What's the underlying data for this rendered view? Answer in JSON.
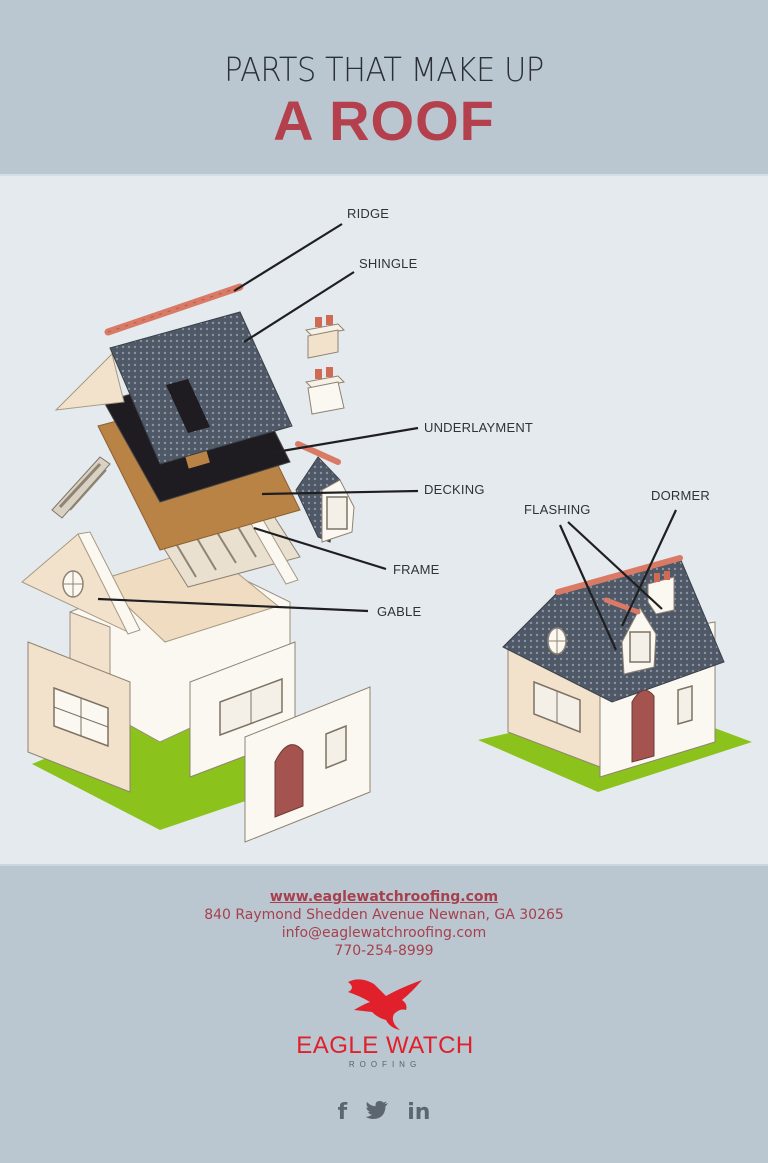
{
  "header": {
    "title_line1": "PARTS THAT MAKE UP",
    "title_line2": "A ROOF"
  },
  "colors": {
    "header_bg": "#bac7d1",
    "diagram_bg": "#e5eaee",
    "title_dark": "#2b2f36",
    "title_accent": "#b5404d",
    "contact_text": "#a7404c",
    "brand_red": "#e0202a",
    "shingle": "#4f5866",
    "underlayment": "#1e1b21",
    "decking": "#b98346",
    "wall_cream": "#f2e2cb",
    "wall_white": "#fbf8f2",
    "grass": "#8cc21c",
    "ridge_tile": "#d97a66",
    "door": "#a5534e"
  },
  "diagram": {
    "labels": [
      {
        "key": "ridge",
        "text": "RIDGE"
      },
      {
        "key": "shingle",
        "text": "SHINGLE"
      },
      {
        "key": "underlayment",
        "text": "UNDERLAYMENT"
      },
      {
        "key": "decking",
        "text": "DECKING"
      },
      {
        "key": "frame",
        "text": "FRAME"
      },
      {
        "key": "gable",
        "text": "GABLE"
      },
      {
        "key": "flashing",
        "text": "FLASHING"
      },
      {
        "key": "dormer",
        "text": "DORMER"
      }
    ]
  },
  "footer": {
    "website": "www.eaglewatchroofing.com",
    "address": "840 Raymond Shedden Avenue Newnan, GA 30265",
    "email": "info@eaglewatchroofing.com",
    "phone": "770-254-8999",
    "logo": {
      "icon": "eagle-icon",
      "brand": "EAGLE WATCH",
      "subtitle": "ROOFING"
    },
    "social": [
      {
        "icon": "facebook-icon",
        "glyph": "f"
      },
      {
        "icon": "twitter-icon",
        "glyph": "🐦"
      },
      {
        "icon": "linkedin-icon",
        "glyph": "in"
      }
    ]
  }
}
